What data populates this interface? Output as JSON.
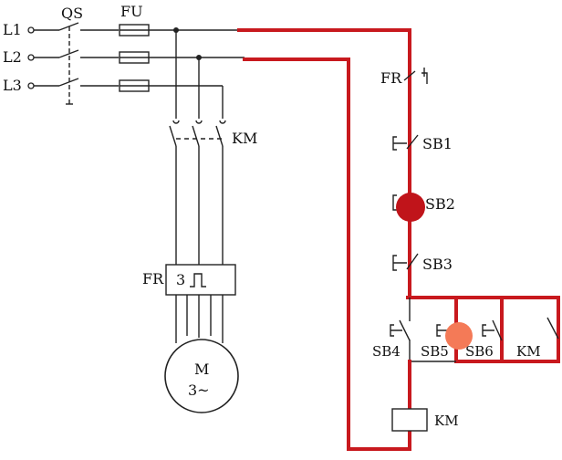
{
  "labels": {
    "l1": "L1",
    "l2": "L2",
    "l3": "L3",
    "qs": "QS",
    "fu": "FU",
    "km_main": "KM",
    "fr_main": "FR",
    "fr_main_num": "3",
    "motor_m": "M",
    "motor_phase": "3~",
    "fr_ctrl": "FR",
    "sb1": "SB1",
    "sb2": "SB2",
    "sb3": "SB3",
    "sb4": "SB4",
    "sb5": "SB5",
    "sb6": "SB6",
    "km_aux": "KM",
    "km_coil": "KM"
  },
  "colors": {
    "active_wire": "#c8191e",
    "marker_sb2": "#c0141a",
    "marker_sb5": "#f47a57",
    "line": "#222222"
  }
}
